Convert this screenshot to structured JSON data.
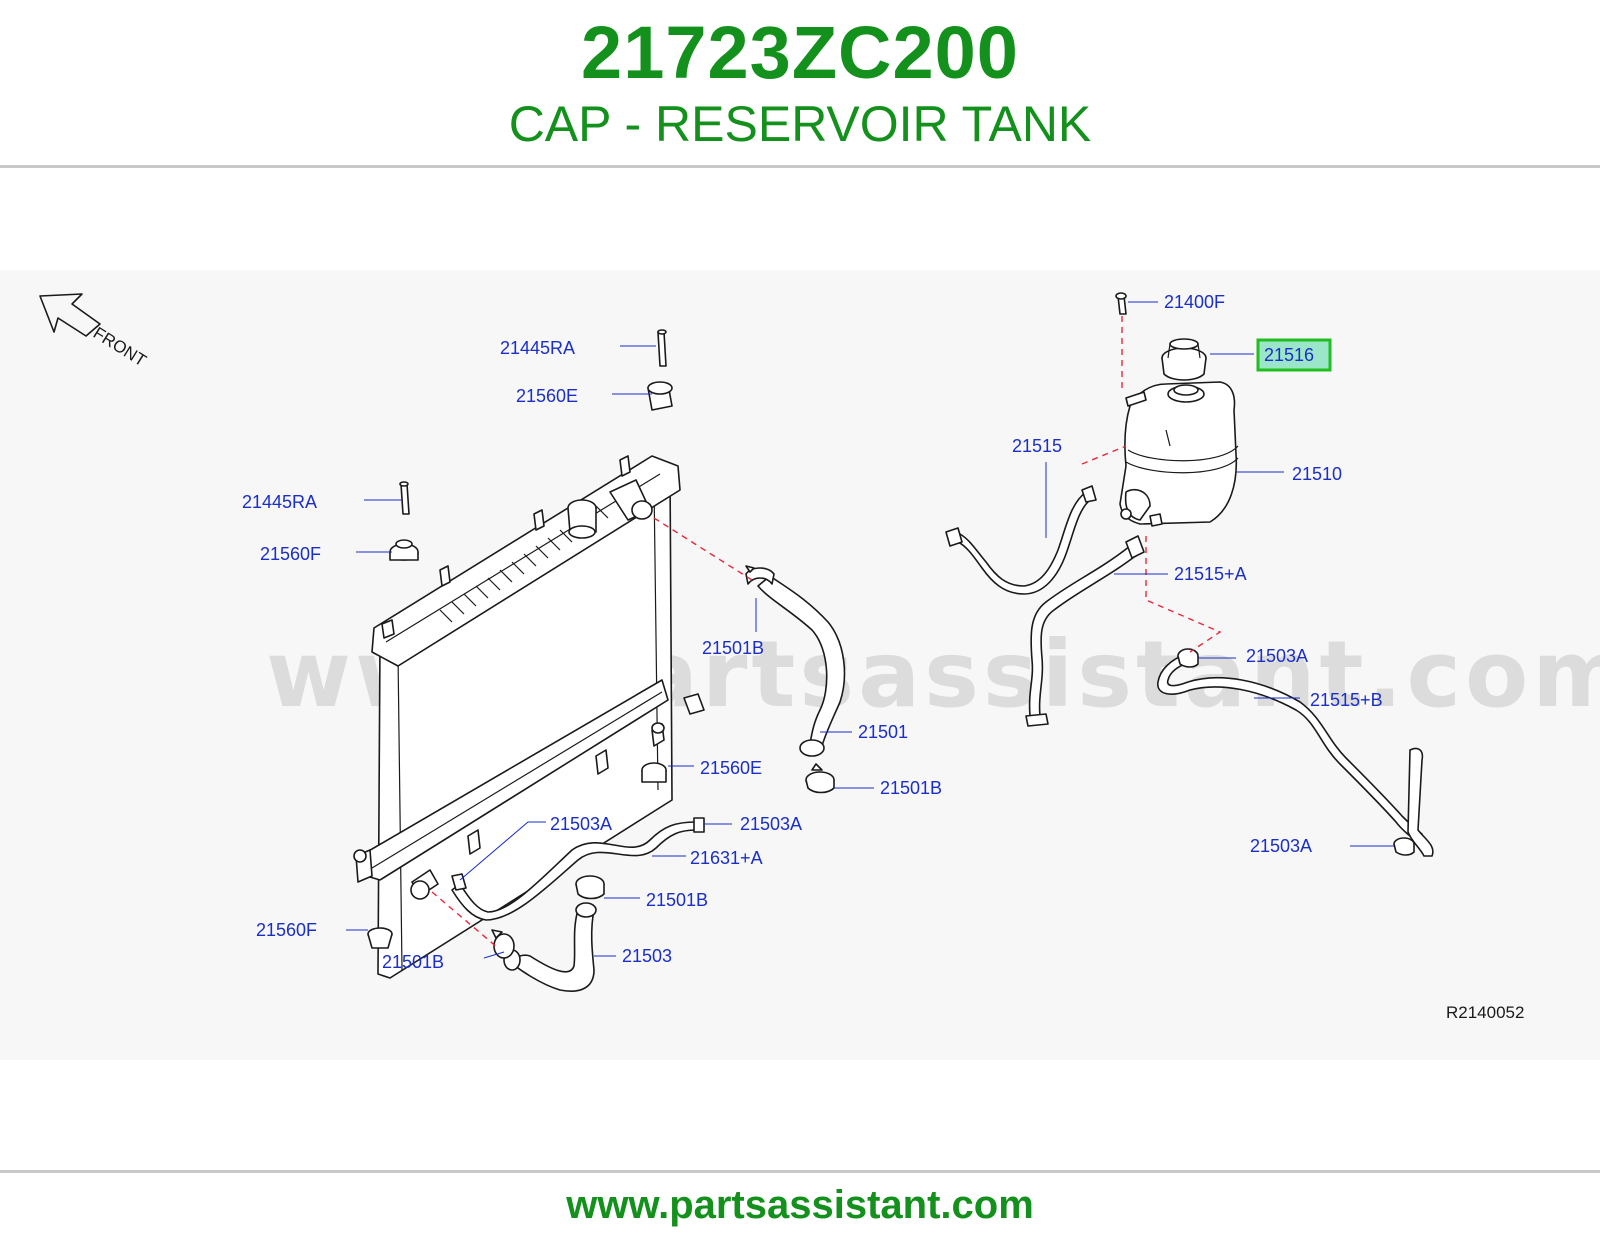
{
  "header": {
    "part_number": "21723ZC200",
    "part_name": "CAP - RESERVOIR TANK"
  },
  "diagram": {
    "watermark": "www.partsassistant.com",
    "orientation_label": "FRONT",
    "diagram_code": "R2140052",
    "highlighted_part": "21516",
    "callouts": [
      "21445RA",
      "21560E",
      "21445RA",
      "21560F",
      "21501B",
      "21501",
      "21560E",
      "21501B",
      "21503A",
      "21503A",
      "21631+A",
      "21501B",
      "21560F",
      "21501B",
      "21503",
      "21400F",
      "21516",
      "21515",
      "21510",
      "21515+A",
      "21503A",
      "21515+B",
      "21503A"
    ]
  },
  "colors": {
    "brand_green": "#14911c",
    "callout_blue": "#1a2ec8",
    "leader_dash_red": "#e8283c",
    "highlight_fill": "#9be6c8",
    "highlight_border": "#1fbf1f"
  },
  "footer": {
    "url": "www.partsassistant.com"
  }
}
